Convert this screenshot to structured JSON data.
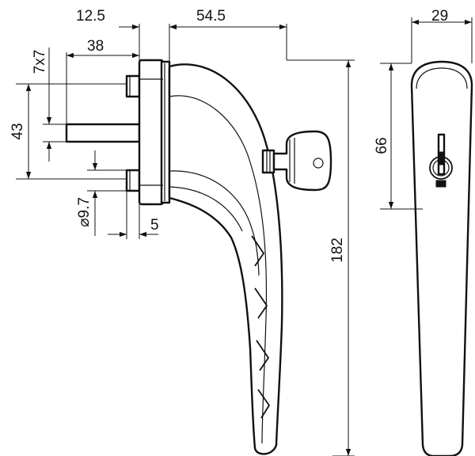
{
  "dimensions": {
    "rose_thickness": "12.5",
    "handle_projection": "54.5",
    "rose_width": "29",
    "spindle_length": "38",
    "spindle_square": "7x7",
    "screw_spacing": "43",
    "screw_diameter": "⌀9.7",
    "screw_length": "5",
    "lock_height": "66",
    "handle_length": "182"
  }
}
